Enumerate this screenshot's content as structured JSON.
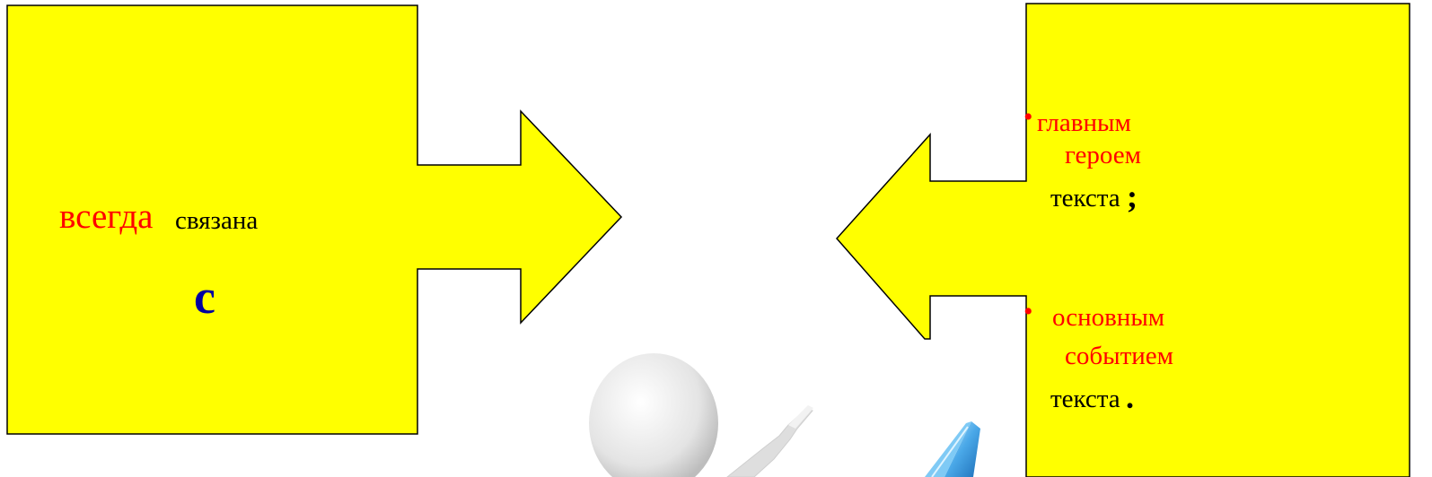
{
  "left_callout": {
    "word_always": "всегда",
    "word_linked": "связана",
    "word_with": "с"
  },
  "right_callout": {
    "items": [
      {
        "bullet": "•",
        "line1": "главным",
        "line2": "героем",
        "line3": "текста",
        "punct": ";"
      },
      {
        "bullet": "•",
        "line1": "основным",
        "line2": "событием",
        "line3": "текста",
        "punct": "."
      }
    ]
  },
  "colors": {
    "box_fill": "#ffff00",
    "outline": "#000000",
    "accent_text": "#ff0000",
    "body_text": "#000000",
    "emphasis_text": "#0000a0"
  }
}
